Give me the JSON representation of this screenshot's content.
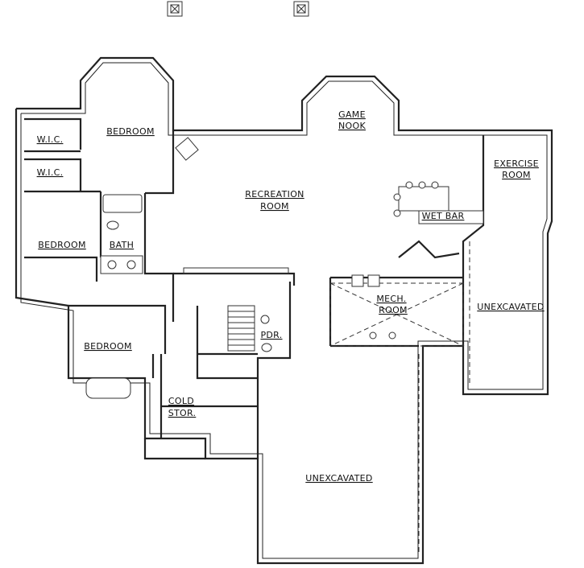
{
  "rooms": {
    "wic1": "W.I.C.",
    "wic2": "W.I.C.",
    "bedroom_top": "BEDROOM",
    "bedroom_left": "BEDROOM",
    "bedroom_bottom": "BEDROOM",
    "bath": "BATH",
    "recreation_1": "RECREATION",
    "recreation_2": "ROOM",
    "game_1": "GAME",
    "game_2": "NOOK",
    "exercise_1": "EXERCISE",
    "exercise_2": "ROOM",
    "wet_bar": "WET BAR",
    "mech_1": "MECH.",
    "mech_2": "ROOM",
    "pdr": "PDR.",
    "cold_1": "COLD",
    "cold_2": "STOR.",
    "unexcavated_right": "UNEXCAVATED",
    "unexcavated_bottom": "UNEXCAVATED"
  }
}
